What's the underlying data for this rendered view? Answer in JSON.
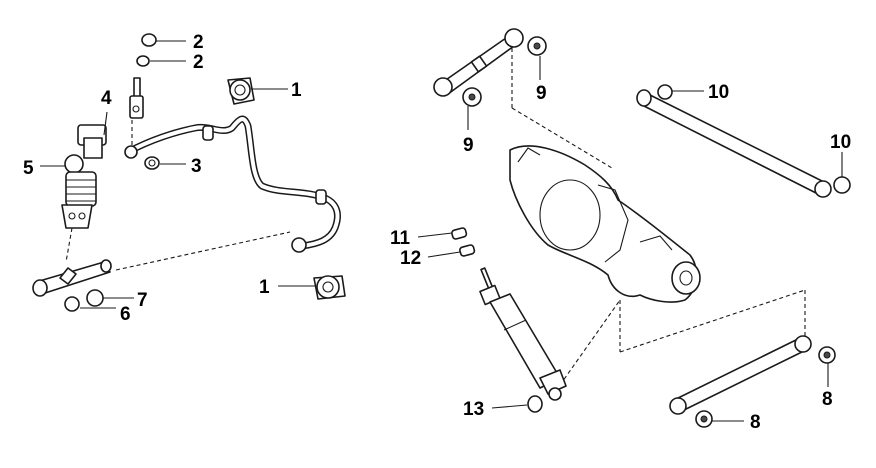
{
  "callouts": [
    {
      "id": "c1a",
      "label": "1"
    },
    {
      "id": "c1b",
      "label": "1"
    },
    {
      "id": "c2a",
      "label": "2"
    },
    {
      "id": "c2b",
      "label": "2"
    },
    {
      "id": "c3",
      "label": "3"
    },
    {
      "id": "c4",
      "label": "4"
    },
    {
      "id": "c5",
      "label": "5"
    },
    {
      "id": "c6",
      "label": "6"
    },
    {
      "id": "c7",
      "label": "7"
    },
    {
      "id": "c8a",
      "label": "8"
    },
    {
      "id": "c8b",
      "label": "8"
    },
    {
      "id": "c9a",
      "label": "9"
    },
    {
      "id": "c9b",
      "label": "9"
    },
    {
      "id": "c10a",
      "label": "10"
    },
    {
      "id": "c10b",
      "label": "10"
    },
    {
      "id": "c11",
      "label": "11"
    },
    {
      "id": "c12",
      "label": "12"
    },
    {
      "id": "c13",
      "label": "13"
    }
  ]
}
